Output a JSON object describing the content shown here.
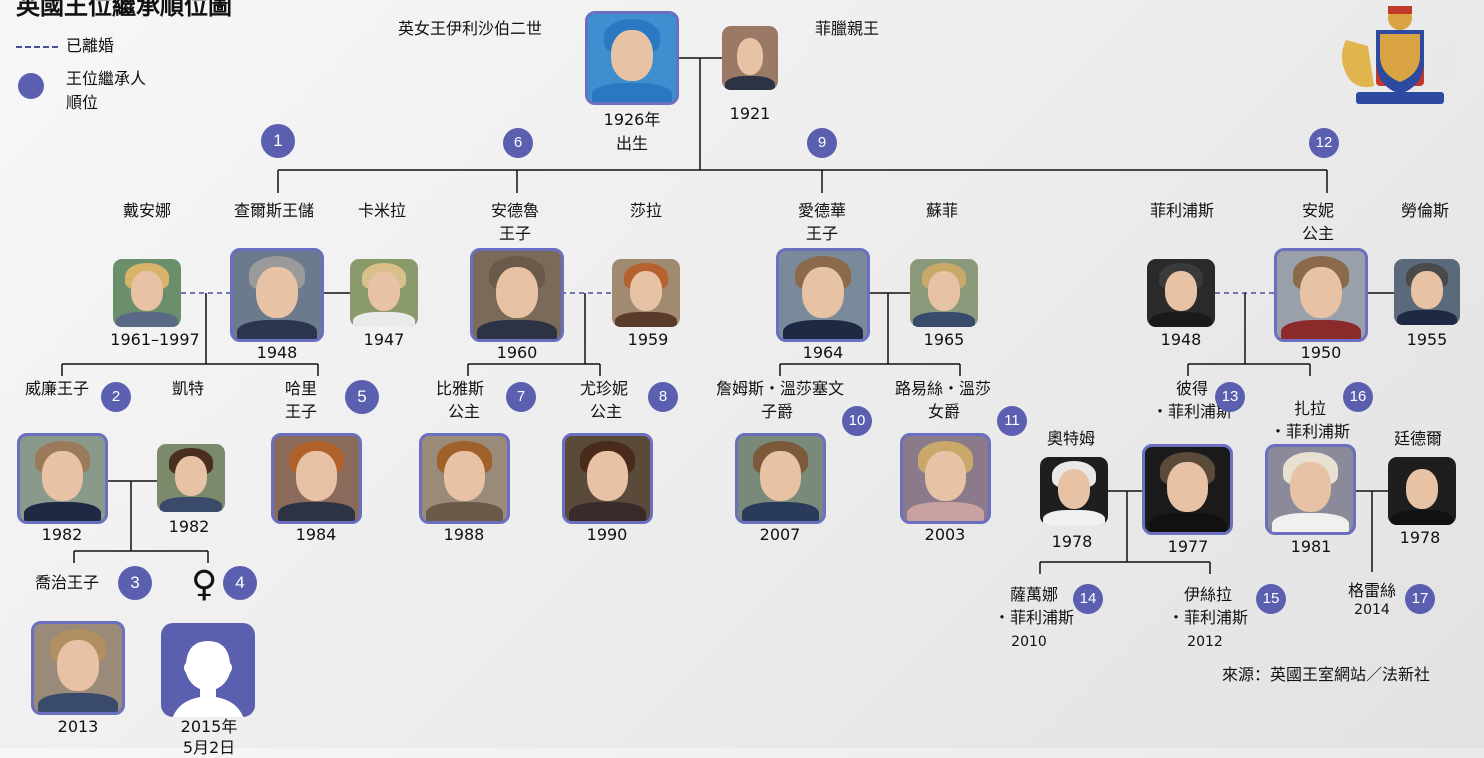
{
  "title": "英國王位繼承順位圖",
  "legend": {
    "divorced": "已離婚",
    "order_line1": "王位繼承人",
    "order_line2": "順位"
  },
  "source": "來源：英國王室網站／法新社",
  "colors": {
    "accent": "#5b5fb0",
    "photo_border": "#6a6fc0",
    "line": "#111111"
  },
  "gen1": {
    "queen_name": "英女王伊利沙伯二世",
    "queen_year1": "1926年",
    "queen_year2": "出生",
    "philip_name": "菲臘親王",
    "philip_year": "1921"
  },
  "gen2": {
    "diana_name": "戴安娜",
    "diana_year": "1961–1997",
    "charles_name": "查爾斯王儲",
    "charles_year": "1948",
    "charles_rank": "1",
    "camilla_name": "卡米拉",
    "camilla_year": "1947",
    "andrew_name1": "安德魯",
    "andrew_name2": "王子",
    "andrew_year": "1960",
    "andrew_rank": "6",
    "sarah_name": "莎拉",
    "sarah_year": "1959",
    "edward_name1": "愛德華",
    "edward_name2": "王子",
    "edward_year": "1964",
    "edward_rank": "9",
    "sophie_name": "蘇菲",
    "sophie_year": "1965",
    "mark_name": "菲利浦斯",
    "mark_year": "1948",
    "anne_name1": "安妮",
    "anne_name2": "公主",
    "anne_year": "1950",
    "anne_rank": "12",
    "tim_name": "勞倫斯",
    "tim_year": "1955"
  },
  "gen3": {
    "william_name": "威廉王子",
    "william_year": "1982",
    "william_rank": "2",
    "kate_name": "凱特",
    "kate_year": "1982",
    "harry_name1": "哈里",
    "harry_name2": "王子",
    "harry_year": "1984",
    "harry_rank": "5",
    "beatrice_name1": "比雅斯",
    "beatrice_name2": "公主",
    "beatrice_year": "1988",
    "beatrice_rank": "7",
    "eugenie_name1": "尤珍妮",
    "eugenie_name2": "公主",
    "eugenie_year": "1990",
    "eugenie_rank": "8",
    "james_name1": "詹姆斯・溫莎塞文",
    "james_name2": "子爵",
    "james_year": "2007",
    "james_rank": "10",
    "louise_name1": "路易絲・溫莎",
    "louise_name2": "女爵",
    "louise_year": "2003",
    "louise_rank": "11",
    "autumn_name": "奧特姆",
    "autumn_year": "1978",
    "peter_name1": "彼得",
    "peter_name2": "・菲利浦斯",
    "peter_year": "1977",
    "peter_rank": "13",
    "zara_name1": "扎拉",
    "zara_name2": "・菲利浦斯",
    "zara_year": "1981",
    "zara_rank": "16",
    "mike_name": "廷德爾",
    "mike_year": "1978"
  },
  "gen4": {
    "george_name": "喬治王子",
    "george_year": "2013",
    "george_rank": "3",
    "baby_year1": "2015年",
    "baby_year2": "5月2日",
    "baby_rank": "4",
    "baby_symbol": "♀",
    "savannah_name1": "薩萬娜",
    "savannah_name2": "・菲利浦斯",
    "savannah_year": "2010",
    "savannah_rank": "14",
    "isla_name1": "伊絲拉",
    "isla_name2": "・菲利浦斯",
    "isla_year": "2012",
    "isla_rank": "15",
    "mia_name": "格雷絲",
    "mia_year": "2014",
    "mia_rank": "17"
  }
}
